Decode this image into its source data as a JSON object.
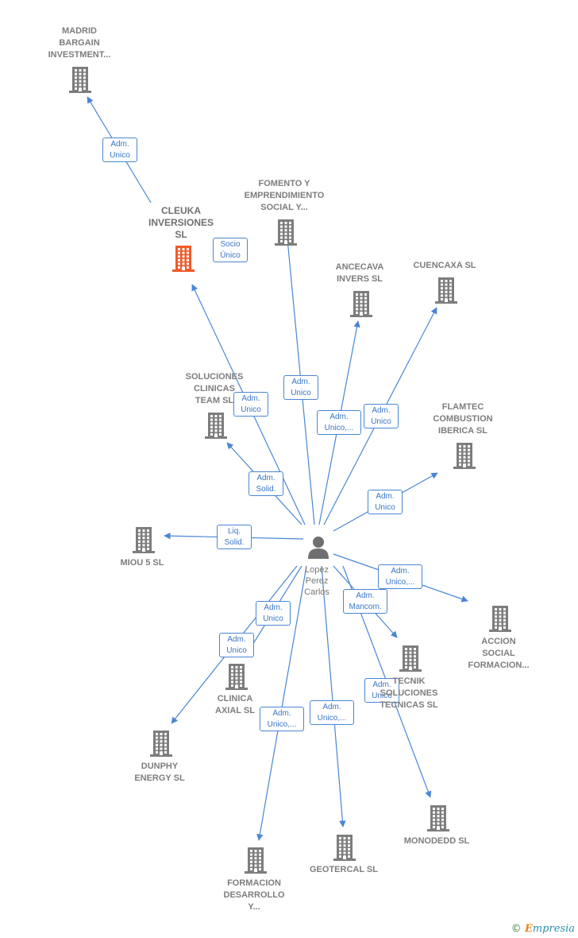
{
  "colors": {
    "edge": "#4a86d4",
    "building": "#7d7d7d",
    "highlight": "#f05a28",
    "person": "#6f6f6f"
  },
  "person": {
    "label": "Lopez\nPerez\nCarlos",
    "icon": "person-icon"
  },
  "nodes": [
    {
      "id": "madrid",
      "label": "MADRID\nBARGAIN\nINVESTMENT...",
      "icon": "building-icon"
    },
    {
      "id": "cleuka",
      "label": "CLEUKA\nINVERSIONES\nSL",
      "icon": "building-icon",
      "highlight": true
    },
    {
      "id": "fomento",
      "label": "FOMENTO Y\nEMPRENDIMIENTO\nSOCIAL Y...",
      "icon": "building-icon"
    },
    {
      "id": "ancecava",
      "label": "ANCECAVA\nINVERS SL",
      "icon": "building-icon"
    },
    {
      "id": "cuencaxa",
      "label": "CUENCAXA SL",
      "icon": "building-icon"
    },
    {
      "id": "soluciones",
      "label": "SOLUCIONES\nCLINICAS\nTEAM SL",
      "icon": "building-icon"
    },
    {
      "id": "flamtec",
      "label": "FLAMTEC\nCOMBUSTION\nIBERICA SL",
      "icon": "building-icon"
    },
    {
      "id": "miou",
      "label": "MIOU 5 SL",
      "icon": "building-icon"
    },
    {
      "id": "accion",
      "label": "ACCION\nSOCIAL\nFORMACION...",
      "icon": "building-icon"
    },
    {
      "id": "tecnik",
      "label": "TECNIK\nSOLUCIONES\nTECNICAS SL",
      "icon": "building-icon"
    },
    {
      "id": "clinica",
      "label": "CLINICA\nAXIAL SL",
      "icon": "building-icon"
    },
    {
      "id": "dunphy",
      "label": "DUNPHY\nENERGY SL",
      "icon": "building-icon"
    },
    {
      "id": "monodedd",
      "label": "MONODEDD SL",
      "icon": "building-icon"
    },
    {
      "id": "geotercal",
      "label": "GEOTERCAL SL",
      "icon": "building-icon"
    },
    {
      "id": "formacion",
      "label": "FORMACION\nDESARROLLO\nY...",
      "icon": "building-icon"
    }
  ],
  "edges": [
    {
      "from": "cleuka",
      "to": "madrid",
      "label": "Adm.\nUnico"
    },
    {
      "from": "person",
      "to": "cleuka",
      "label": "Socio\nÚnico"
    },
    {
      "from": "person",
      "to": "cleuka",
      "label": "Adm.\nUnico"
    },
    {
      "from": "person",
      "to": "fomento",
      "label": "Adm.\nUnico"
    },
    {
      "from": "person",
      "to": "ancecava",
      "label": "Adm.\nUnico,..."
    },
    {
      "from": "person",
      "to": "cuencaxa",
      "label": "Adm.\nUnico"
    },
    {
      "from": "person",
      "to": "soluciones",
      "label": "Adm.\nSolid."
    },
    {
      "from": "person",
      "to": "flamtec",
      "label": "Adm.\nUnico"
    },
    {
      "from": "person",
      "to": "miou",
      "label": "Liq.\nSolid."
    },
    {
      "from": "person",
      "to": "accion",
      "label": "Adm.\nUnico,..."
    },
    {
      "from": "person",
      "to": "tecnik",
      "label": "Adm.\nMancom."
    },
    {
      "from": "person",
      "to": "clinica",
      "label": "Adm.\nUnico"
    },
    {
      "from": "person",
      "to": "dunphy",
      "label": "Adm.\nUnico"
    },
    {
      "from": "person",
      "to": "monodedd",
      "label": "Adm.\nUnico"
    },
    {
      "from": "person",
      "to": "geotercal",
      "label": "Adm.\nUnico,..."
    },
    {
      "from": "person",
      "to": "formacion",
      "label": "Adm.\nUnico,..."
    }
  ],
  "footer": {
    "copyright_symbol": "©",
    "brand_initial": "E",
    "brand_rest": "mpresia"
  }
}
